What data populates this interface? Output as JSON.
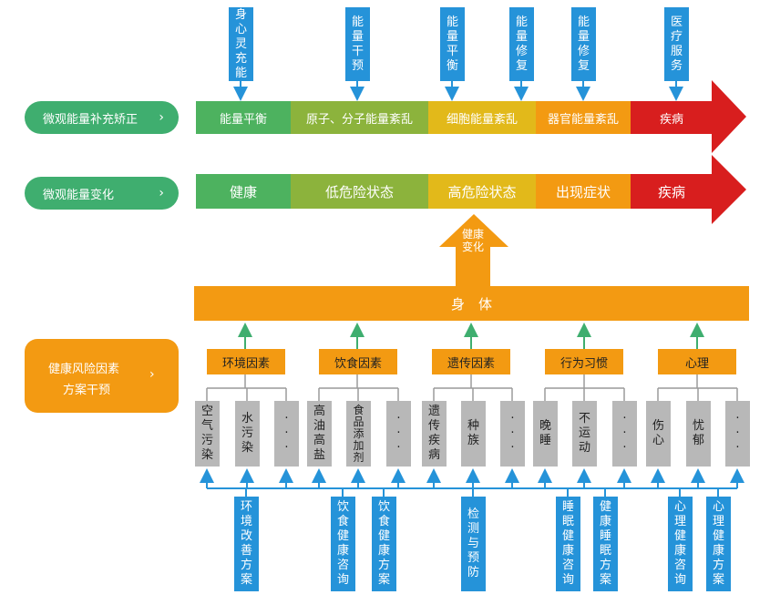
{
  "colors": {
    "green_dark": "#3fae6f",
    "green": "#4db25f",
    "olive": "#8cb33c",
    "yellow": "#e2b91a",
    "orange": "#f39a12",
    "red": "#d81e1e",
    "blue": "#2593d9",
    "gray": "#b8b8b8"
  },
  "top_interventions": [
    "身心灵充能",
    "能量干预",
    "能量平衡",
    "能量修复",
    "能量修复",
    "医疗服务"
  ],
  "row1": {
    "label": "微观能量补充矫正",
    "chevron": "›",
    "segments": [
      "能量平衡",
      "原子、分子能量紊乱",
      "细胞能量紊乱",
      "器官能量紊乱",
      "疾病"
    ]
  },
  "row2": {
    "label": "微观能量变化",
    "chevron": "›",
    "segments": [
      "健康",
      "低危险状态",
      "高危险状态",
      "出现症状",
      "疾病"
    ]
  },
  "health_change_label": "健康变化",
  "body_label": "身　体",
  "risk_box": {
    "line1": "健康风险因素",
    "line2": "方案干预",
    "chevron": "›"
  },
  "factors": [
    "环境因素",
    "饮食因素",
    "遗传因素",
    "行为习惯",
    "心理"
  ],
  "sub_factors": [
    [
      "空气污染",
      "水污染",
      "···"
    ],
    [
      "高油高盐",
      "食品添加剂",
      "···"
    ],
    [
      "遗传疾病",
      "种族",
      "···"
    ],
    [
      "晚睡",
      "不运动",
      "···"
    ],
    [
      "伤心",
      "忧郁",
      "···"
    ]
  ],
  "bottom_plans": [
    "环境改善方案",
    "饮食健康咨询",
    "饮食健康方案",
    "检测与预防",
    "睡眠健康咨询",
    "健康睡眠方案",
    "心理健康咨询",
    "心理健康方案"
  ]
}
